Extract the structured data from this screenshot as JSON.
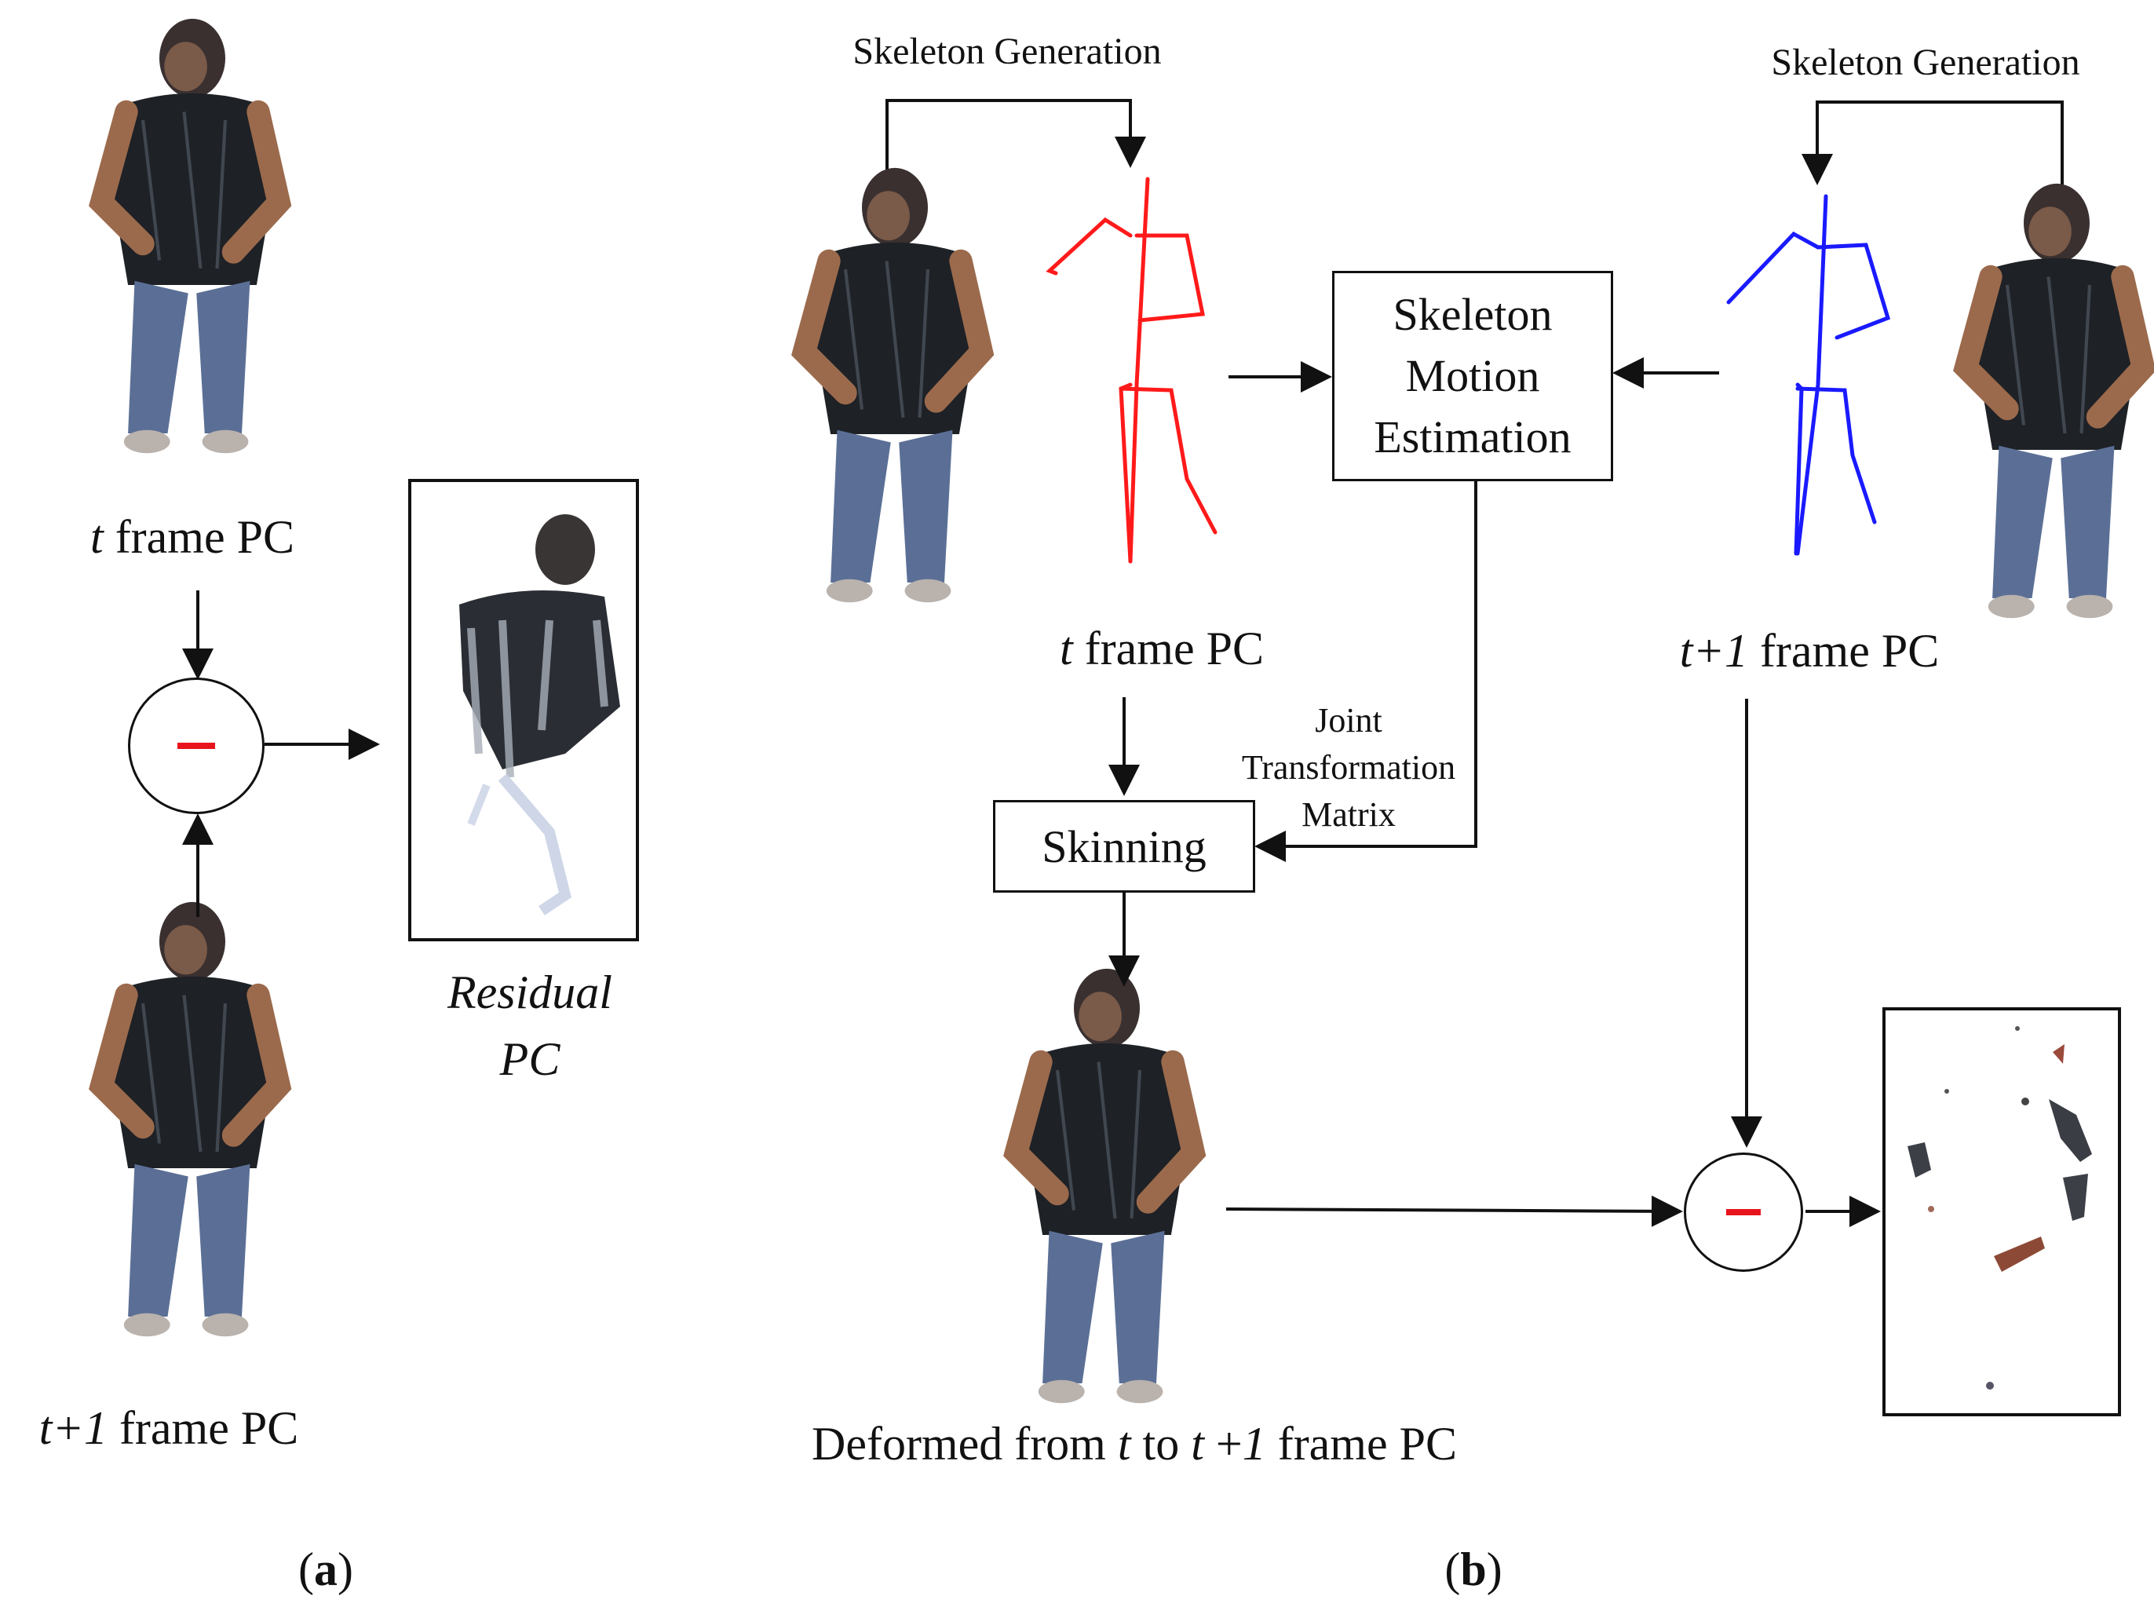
{
  "panel_a": {
    "top_label_var": "t",
    "top_label_text": " frame PC",
    "bottom_label_var": "t+1",
    "bottom_label_text": " frame PC",
    "residual_line1": "Residual",
    "residual_line2": "PC",
    "caption": "(a)",
    "caption_letter": "a"
  },
  "panel_b": {
    "skeleton_gen_left": "Skeleton  Generation",
    "skeleton_gen_right": "Skeleton  Generation",
    "motion_box": [
      "Skeleton",
      "Motion",
      "Estimation"
    ],
    "t_label_var": "t",
    "t_label_text": " frame PC",
    "t1_label_var": "t+1",
    "t1_label_text": " frame PC",
    "joint_label": [
      "Joint",
      "Transformation",
      "Matrix"
    ],
    "skinning": "Skinning",
    "deformed_prefix": "Deformed from ",
    "deformed_t": "t",
    "deformed_to": " to ",
    "deformed_t2": "t",
    "deformed_plus": " +",
    "deformed_one": "1",
    "deformed_suffix": " frame PC",
    "caption_letter": "b"
  },
  "colors": {
    "minus": "#e8141c",
    "skeleton_t": "#ff1a1a",
    "skeleton_t1": "#1a1aff",
    "shirt": "#1e2126",
    "jeans": "#5b6f96",
    "skin": "#9b6a4c"
  }
}
